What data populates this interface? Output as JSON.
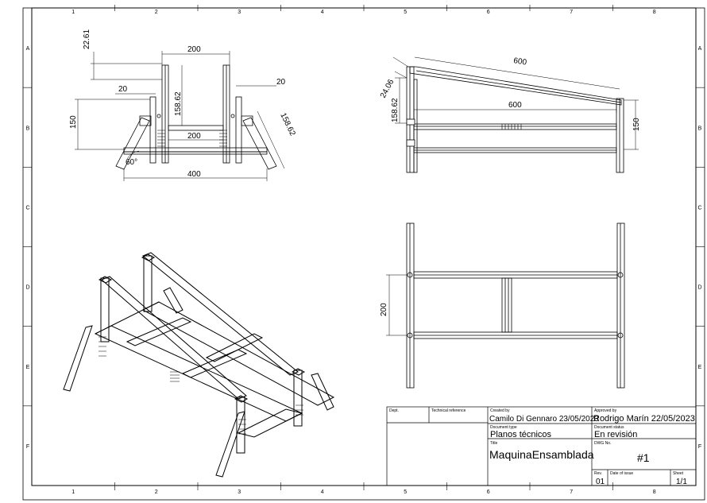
{
  "frame": {
    "columns": [
      "1",
      "2",
      "3",
      "4",
      "5",
      "6",
      "7",
      "8"
    ],
    "rows": [
      "A",
      "B",
      "C",
      "D",
      "E",
      "F"
    ]
  },
  "front_view": {
    "dims": {
      "top_offset": "22.61",
      "inner_width": "200",
      "left_offset": "20",
      "right_offset": "20",
      "post_height": "158.62",
      "leg_height": "150",
      "mid_width": "200",
      "leg_length": "158.62",
      "angle": "60°",
      "overall_width": "400"
    }
  },
  "side_view": {
    "dims": {
      "slope_length": "600",
      "rise": "24.06",
      "post_height": "158.62",
      "base_length": "600",
      "leg_height": "150"
    }
  },
  "top_view": {
    "dims": {
      "depth": "200"
    }
  },
  "title_block": {
    "dept_label": "Dept.",
    "tech_ref_label": "Technical reference",
    "created_by_label": "Created by",
    "created_by": "Camilo Di Gennaro 23/05/2023",
    "approved_by_label": "Approved by",
    "approved_by": "Rodrigo Marín  22/05/2023",
    "doc_type_label": "Document type",
    "doc_type": "Planos técnicos",
    "doc_status_label": "Document status",
    "doc_status": "En revisión",
    "title_label": "Title",
    "title": "MaquinaEnsamblada",
    "dwg_no_label": "DWG No.",
    "dwg_no": "#1",
    "rev_label": "Rev.",
    "rev": "01",
    "date_label": "Date of issue",
    "date": "",
    "sheet_label": "Sheet",
    "sheet": "1/1"
  }
}
